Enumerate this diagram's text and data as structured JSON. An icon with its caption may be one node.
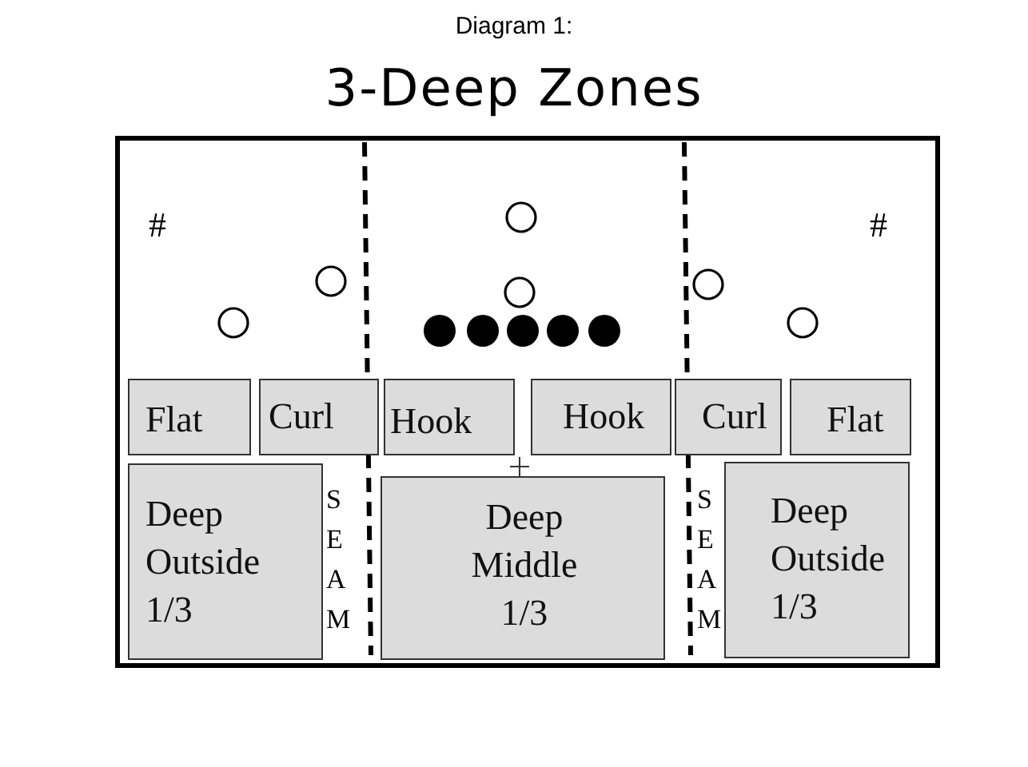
{
  "diagram": {
    "title": "3-Deep Zones",
    "nodes": [
      {
        "text": [
          "Flat"
        ]
      },
      {
        "text": [
          "Curl"
        ]
      },
      {
        "text": [
          "Hook"
        ]
      },
      {
        "text": [
          "Hook"
        ]
      },
      {
        "text": [
          "Curl"
        ]
      },
      {
        "text": [
          "Flat"
        ]
      },
      {
        "text": [
          "Deep Outside 1/3"
        ]
      },
      {
        "text": [
          "Deep Middle 1/3"
        ]
      },
      {
        "text": [
          "Deep Outside 1/3"
        ]
      }
    ],
    "edges": [],
    "labels": [
      "Diagram 1:",
      "#",
      "#",
      "SEAM",
      "SEAM"
    ]
  }
}
